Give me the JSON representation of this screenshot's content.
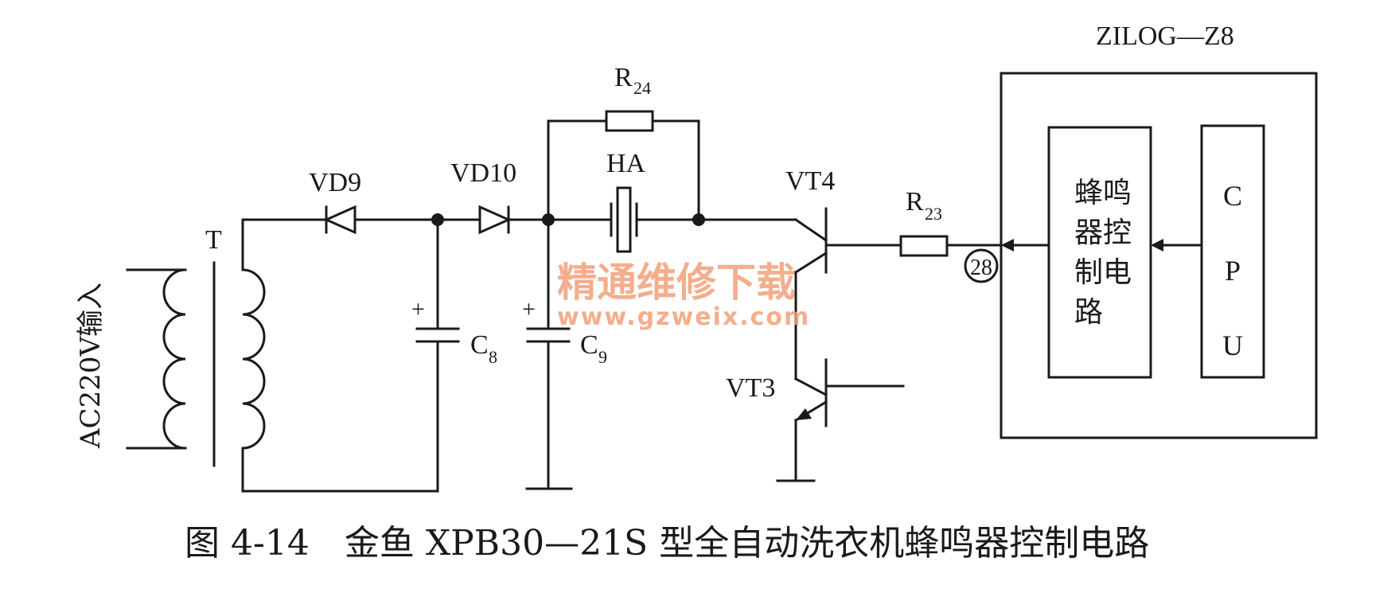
{
  "labels": {
    "transformer": "T",
    "input": "AC220V输入",
    "vd9": "VD9",
    "vd10": "VD10",
    "c8": "C",
    "c8_sub": "8",
    "c9": "C",
    "c9_sub": "9",
    "r24": "R",
    "r24_sub": "24",
    "ha": "HA",
    "vt4": "VT4",
    "vt3": "VT3",
    "r23": "R",
    "r23_sub": "23",
    "pin": "28",
    "chip": "ZILOG—Z8",
    "buzzer_block": [
      "蜂鸣",
      "器控",
      "制电",
      "路"
    ],
    "cpu_block": [
      "C",
      "P",
      "U"
    ],
    "plus": "+"
  },
  "watermark": {
    "cn": "精通维修下载",
    "url": "www.gzweix.com",
    "color": "#f2a07a"
  },
  "caption": "图 4-14　金鱼 XPB30—21S 型全自动洗衣机蜂鸣器控制电路"
}
